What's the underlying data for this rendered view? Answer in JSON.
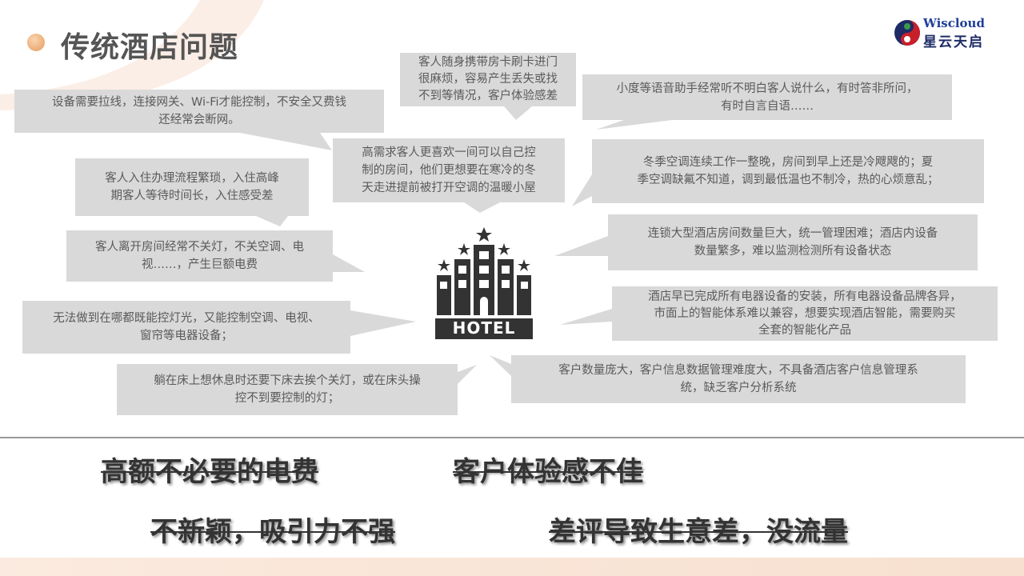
{
  "title": "传统酒店问题",
  "logo": {
    "en": "Wiscloud",
    "cn": "星云天启"
  },
  "bubbles": [
    {
      "l1": "设备需要拉线，连接网关、Wi-Fi才能控制，不安全又费钱",
      "l2": "还经常会断网。"
    },
    {
      "l1": "客人随身携带房卡刷卡进门",
      "l2": "很麻烦，容易产生丢失或找",
      "l3": "不到等情况，客户体验感差"
    },
    {
      "l1": "小度等语音助手经常听不明白客人说什么，有时答非所问，",
      "l2": "有时自言自语……"
    },
    {
      "l1": "高需求客人更喜欢一间可以自己控",
      "l2": "制的房间，他们更想要在寒冷的冬",
      "l3": "天走进提前被打开空调的温暖小屋"
    },
    {
      "l1": "冬季空调连续工作一整晚，房间到早上还是冷飕飕的；夏",
      "l2": "季空调缺氟不知道，调到最低温也不制冷，热的心烦意乱；"
    },
    {
      "l1": "客人入住办理流程繁琐，入住高峰",
      "l2": "期客人等待时间长，入住感受差"
    },
    {
      "l1": "客人离开房间经常不关灯，不关空调、电",
      "l2": "视……，产生巨额电费"
    },
    {
      "l1": "连锁大型酒店房间数量巨大，统一管理困难；酒店内设备",
      "l2": "数量繁多，难以监测检测所有设备状态"
    },
    {
      "l1": "无法做到在哪都既能控灯光，又能控制空调、电视、",
      "l2": "窗帘等电器设备；"
    },
    {
      "l1": "酒店早已完成所有电器设备的安装，所有电器设备品牌各异，",
      "l2": "市面上的智能体系难以兼容，想要实现酒店智能，需要购买",
      "l3": "全套的智能化产品"
    },
    {
      "l1": "躺在床上想休息时还要下床去挨个关灯，或在床头操",
      "l2": "控不到要控制的灯；"
    },
    {
      "l1": "客户数量庞大，客户信息数据管理难度大，不具备酒店客户信息管理系",
      "l2": "统，缺乏客户分析系统"
    }
  ],
  "hotel_label": "HOTEL",
  "summary": [
    "高额不必要的电费",
    "客户体验感不佳",
    "不新颖，吸引力不强",
    "差评导致生意差，没流量"
  ]
}
